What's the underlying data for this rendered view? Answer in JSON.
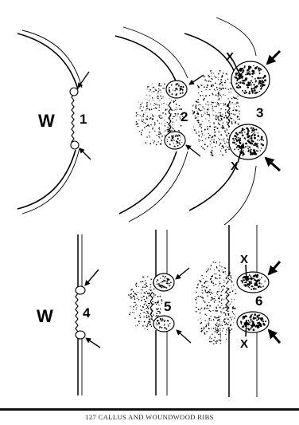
{
  "figure": {
    "top_row": {
      "wound_label": "W",
      "panels": [
        {
          "number": "1",
          "x_marks": []
        },
        {
          "number": "2",
          "x_marks": []
        },
        {
          "number": "3",
          "x_marks": [
            "X",
            "X"
          ]
        }
      ]
    },
    "bottom_row": {
      "wound_label": "W",
      "panels": [
        {
          "number": "4",
          "x_marks": []
        },
        {
          "number": "5",
          "x_marks": []
        },
        {
          "number": "6",
          "x_marks": [
            "X",
            "X"
          ]
        }
      ]
    },
    "caption": "127 CALLUS AND WOUNDWOOD RIBS"
  }
}
